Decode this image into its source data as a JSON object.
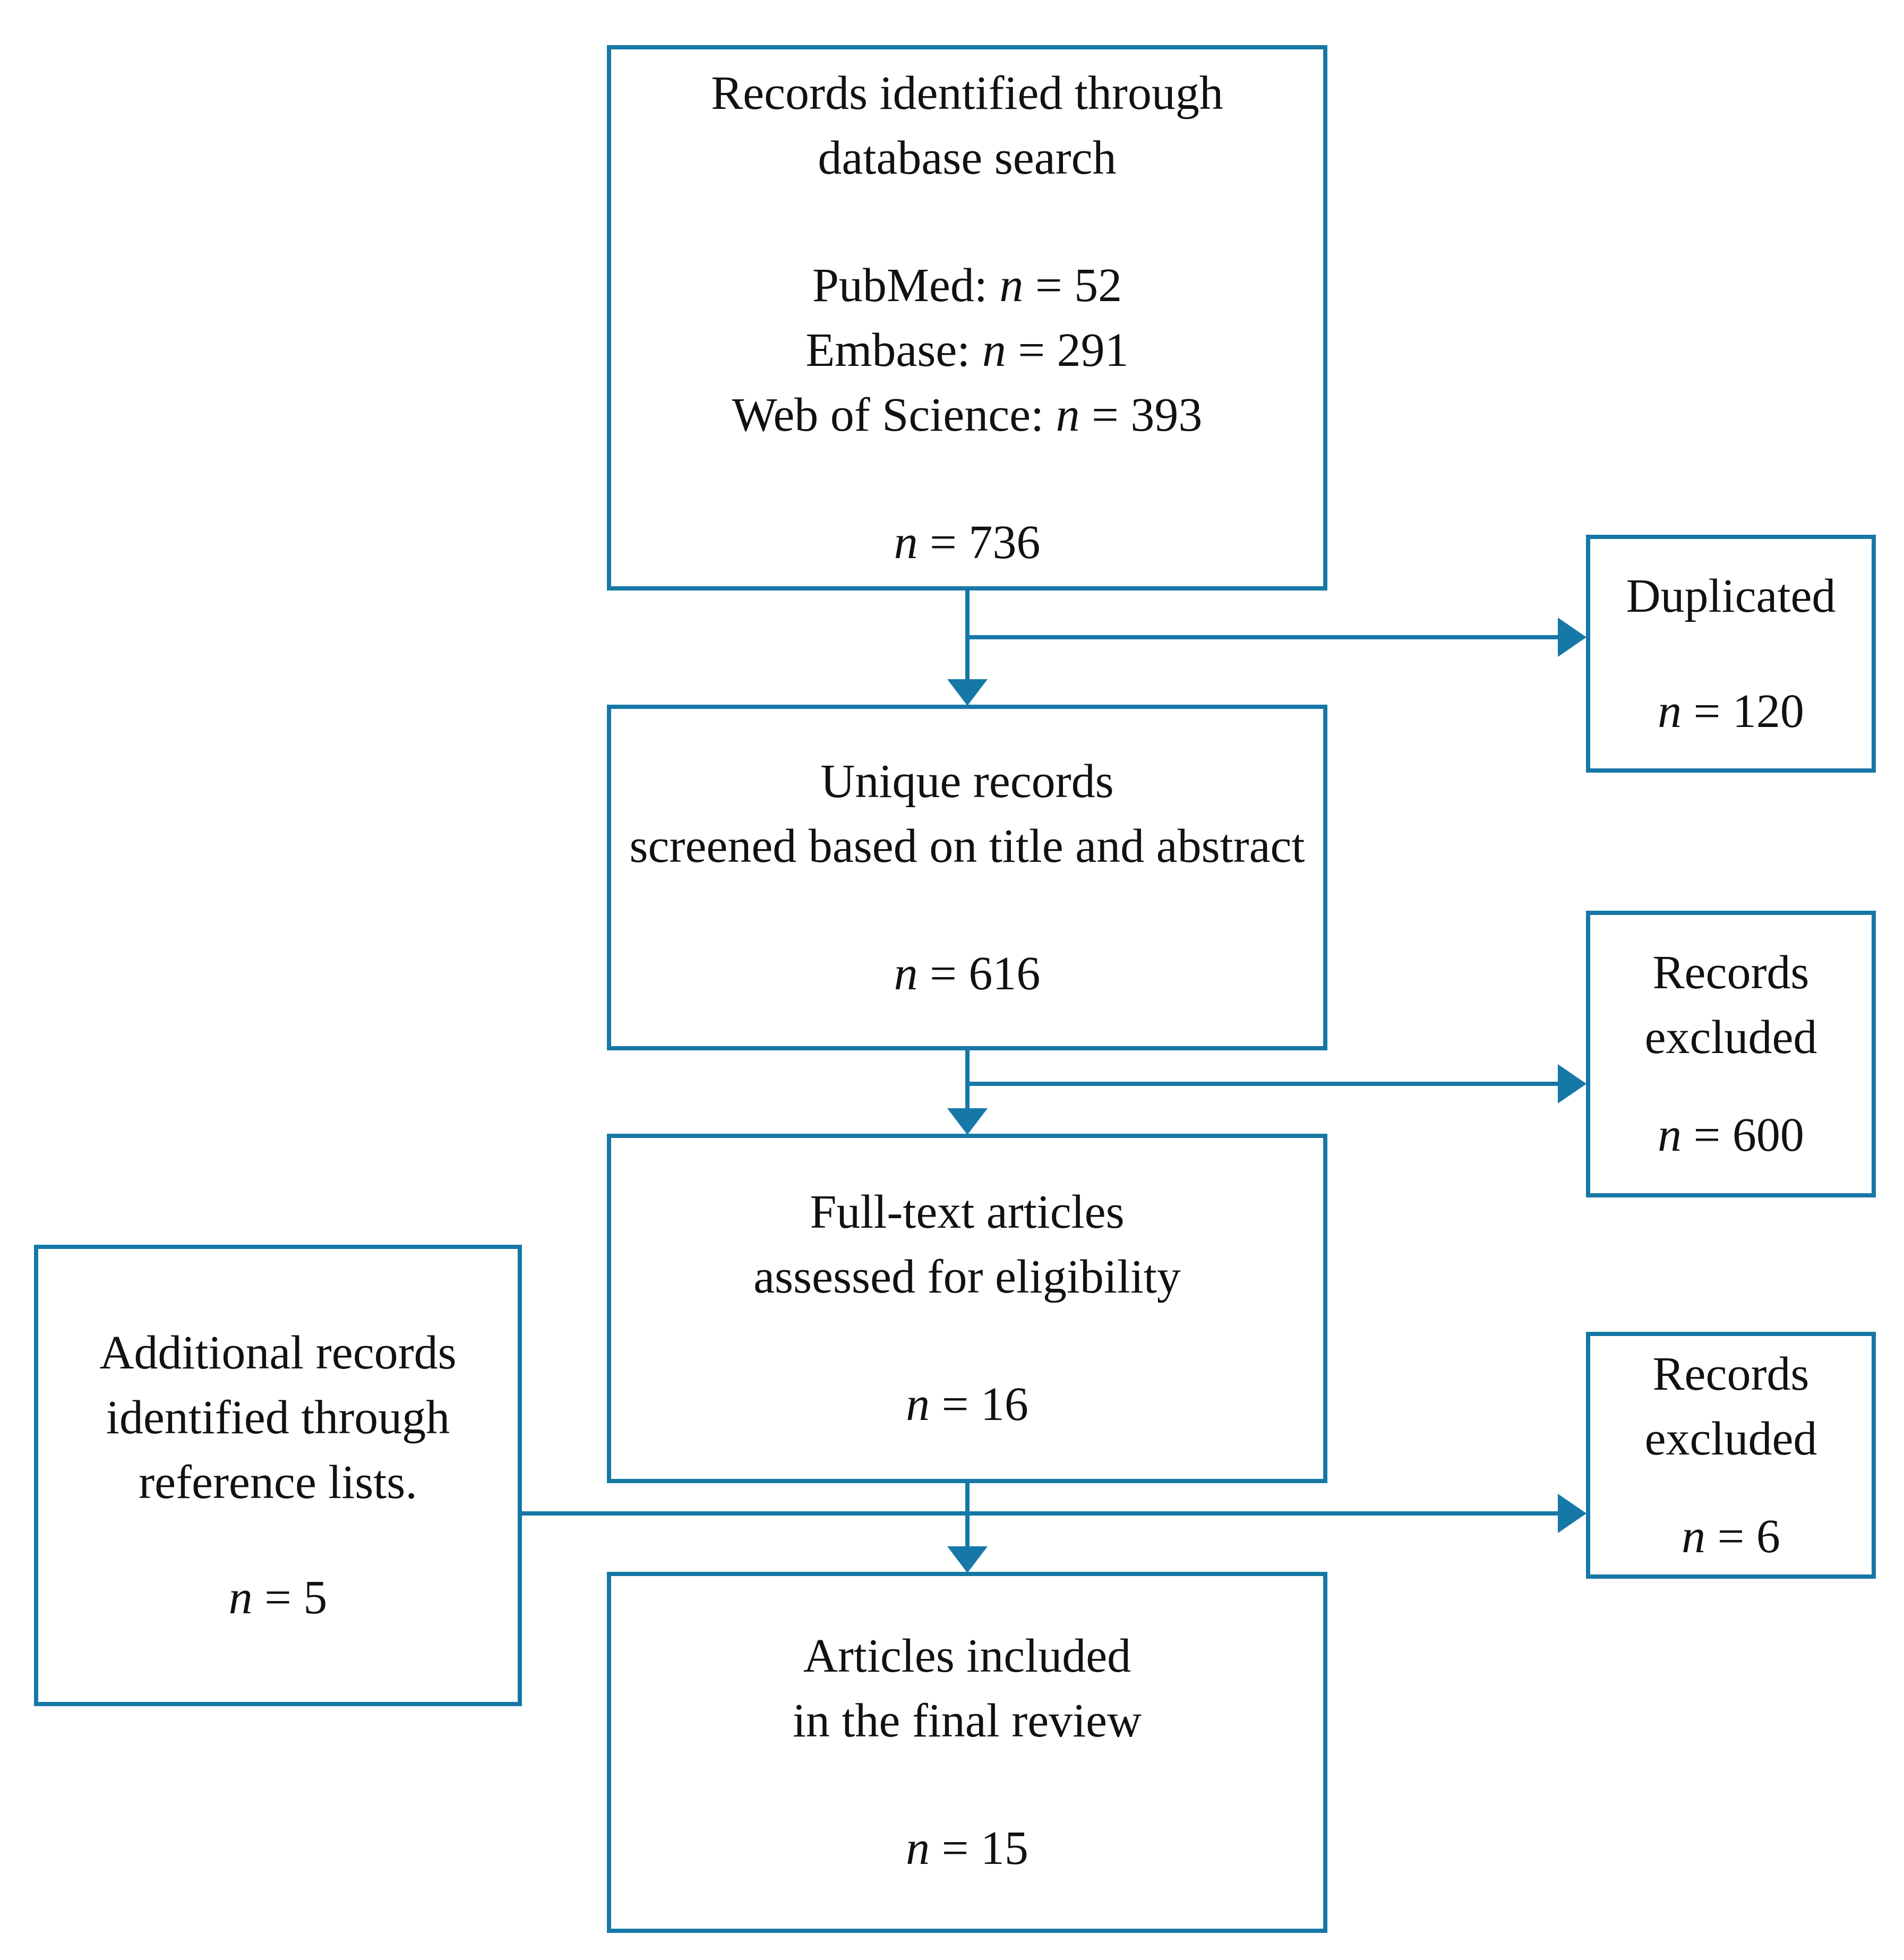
{
  "diagram": {
    "accent_color": "#1678a6",
    "text_color": "#111111"
  },
  "boxes": {
    "identified": {
      "title_lines": [
        "Records identified through",
        "database search"
      ],
      "stats": [
        {
          "pre": "PubMed: ",
          "var": "n",
          "post": " = 52"
        },
        {
          "pre": "Embase: ",
          "var": "n",
          "post": " = 291"
        },
        {
          "pre": "Web of Science: ",
          "var": "n",
          "post": " = 393"
        }
      ],
      "total": {
        "pre": "",
        "var": "n",
        "post": " = 736"
      }
    },
    "duplicated": {
      "title_lines": [
        "Duplicated"
      ],
      "total": {
        "pre": "",
        "var": "n",
        "post": " = 120"
      }
    },
    "screened": {
      "title_lines": [
        "Unique records",
        "screened based on title and abstract"
      ],
      "total": {
        "pre": "",
        "var": "n",
        "post": " = 616"
      }
    },
    "excluded_screening": {
      "title_lines": [
        "Records",
        "excluded"
      ],
      "total": {
        "pre": "",
        "var": "n",
        "post": " = 600"
      }
    },
    "fulltext": {
      "title_lines": [
        "Full-text articles",
        "assessed for eligibility"
      ],
      "total": {
        "pre": "",
        "var": "n",
        "post": " = 16"
      }
    },
    "additional": {
      "title_lines": [
        "Additional records",
        "identified through",
        "reference lists."
      ],
      "total": {
        "pre": "",
        "var": "n",
        "post": " = 5"
      }
    },
    "excluded_eligibility": {
      "title_lines": [
        "Records",
        "excluded"
      ],
      "total": {
        "pre": "",
        "var": "n",
        "post": " = 6"
      }
    },
    "included": {
      "title_lines": [
        "Articles included",
        "in the final review"
      ],
      "total": {
        "pre": "",
        "var": "n",
        "post": " = 15"
      }
    }
  }
}
